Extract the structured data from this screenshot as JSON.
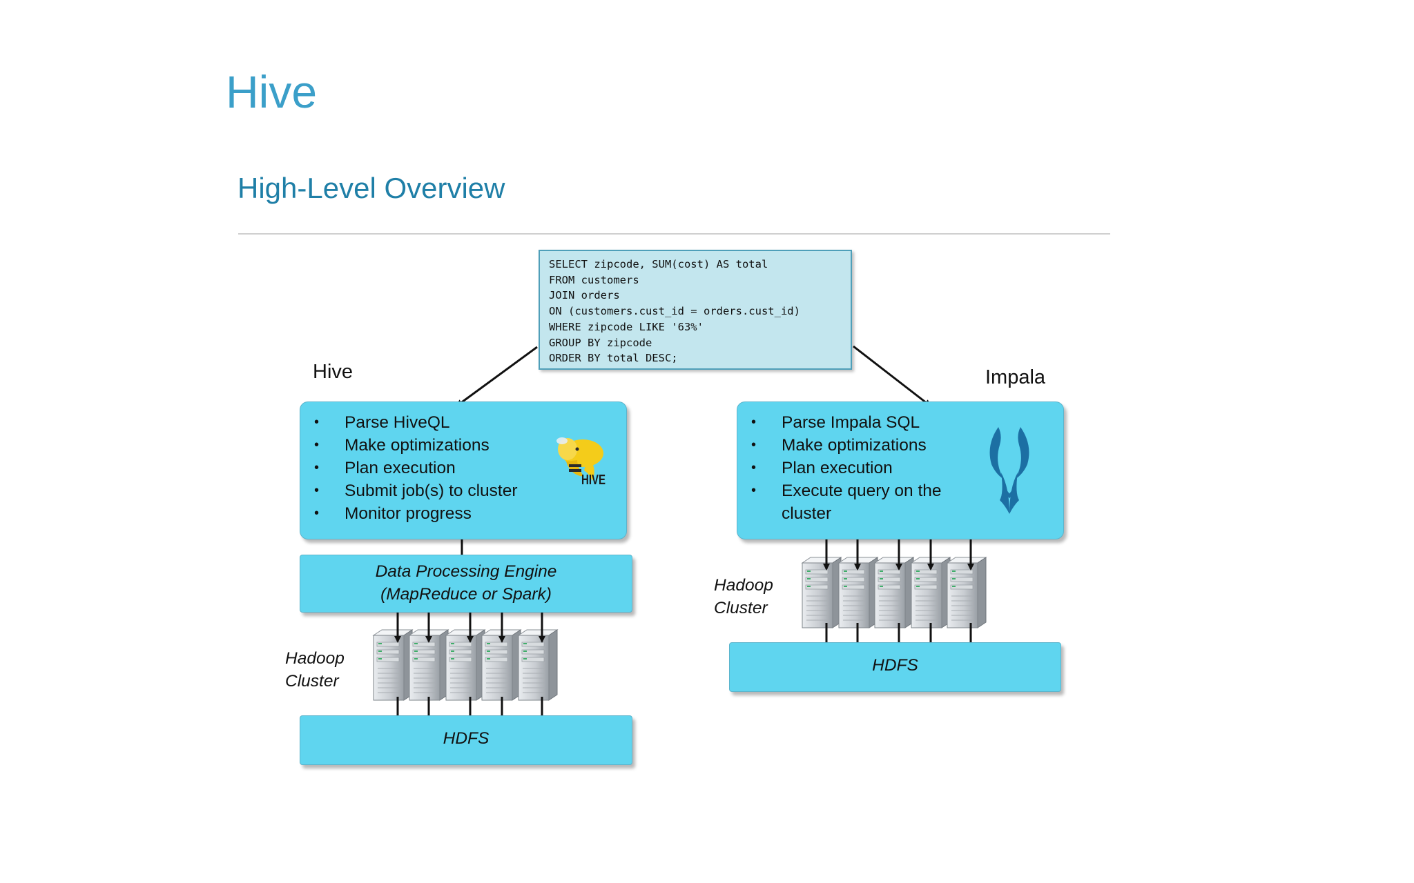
{
  "slide": {
    "title": "Hive",
    "subtitle": "High-Level Overview"
  },
  "sql_query": {
    "lines": [
      "SELECT zipcode, SUM(cost) AS total",
      "FROM customers",
      "JOIN orders",
      "ON (customers.cust_id = orders.cust_id)",
      "WHERE zipcode LIKE '63%'",
      "GROUP BY zipcode",
      "ORDER BY total DESC;"
    ]
  },
  "hive_path": {
    "label": "Hive",
    "steps": [
      "Parse HiveQL",
      "Make optimizations",
      "Plan execution",
      "Submit job(s) to cluster",
      "Monitor progress"
    ],
    "logo": "hive-elephant-bee-logo",
    "logo_text": "HIVE",
    "engine_line1": "Data Processing Engine",
    "engine_line2": "(MapReduce or Spark)",
    "cluster_line1": "Hadoop",
    "cluster_line2": "Cluster",
    "storage": "HDFS"
  },
  "impala_path": {
    "label": "Impala",
    "steps": [
      "Parse Impala SQL",
      "Make optimizations",
      "Plan execution",
      "Execute query on the",
      "cluster"
    ],
    "logo": "impala-antelope-logo",
    "cluster_line1": "Hadoop",
    "cluster_line2": "Cluster",
    "storage": "HDFS"
  },
  "colors": {
    "title": "#3b9fc9",
    "subtitle": "#1f7fa7",
    "box_fill": "#5fd5ef",
    "sql_fill": "#c3e6ee",
    "logo_yellow": "#f4cc1a",
    "impala_blue": "#1c6fa3"
  }
}
